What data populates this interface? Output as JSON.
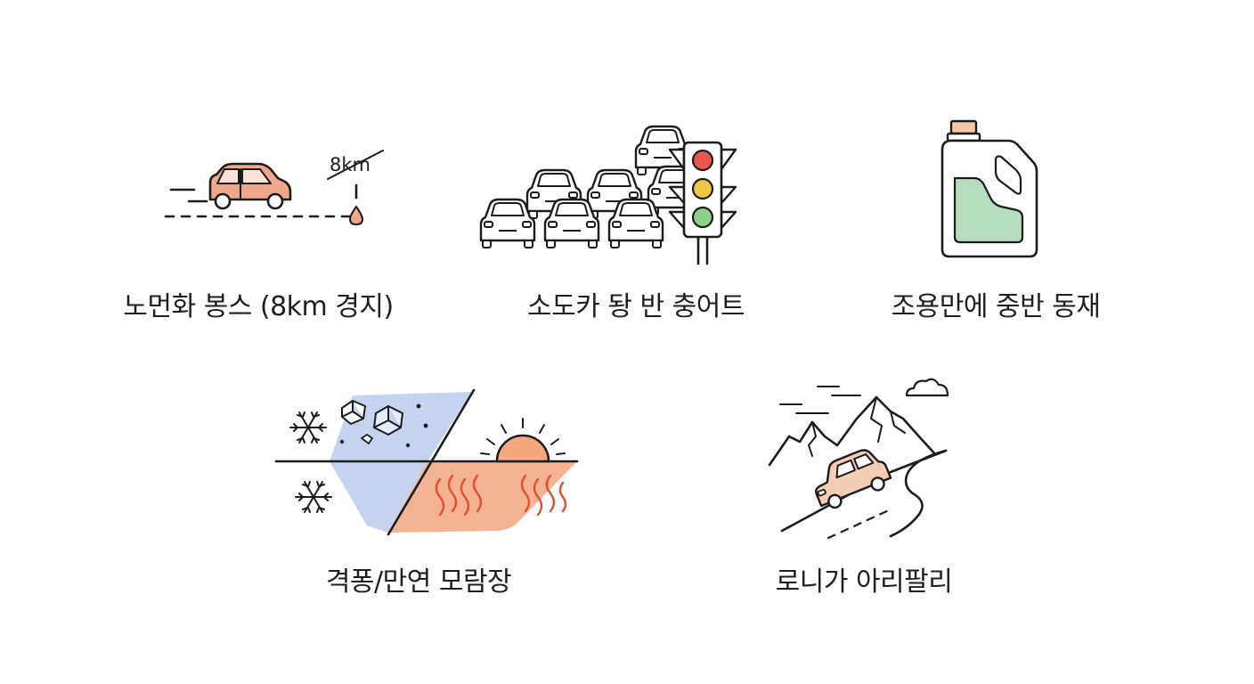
{
  "items": [
    {
      "caption": "노먼화 봉스 (8km 경지)",
      "icon": "car-fuel-drop-icon",
      "sign_text": "8km"
    },
    {
      "caption": "소도카 돵 반 충어트",
      "icon": "traffic-jam-icon"
    },
    {
      "caption": "조용만에 중반 동재",
      "icon": "fluid-jug-icon"
    },
    {
      "caption": "격퐁/만연 모람장",
      "icon": "cold-heat-icon"
    },
    {
      "caption": "로니가 아리팔리",
      "icon": "mountain-road-icon"
    }
  ],
  "colors": {
    "car_fill": "#f0a88a",
    "fluid_fill": "#b8dcc0",
    "jug_cap": "#f3c9a8",
    "cold_fill": "#c5d3ef",
    "heat_fill": "#f4b494",
    "heat_wave": "#e0502c",
    "light_red": "#e8574c",
    "light_yellow": "#f2c643",
    "light_green": "#8fcf8c",
    "sun_fill": "#f5a87e",
    "ink": "#1c1c1c"
  }
}
